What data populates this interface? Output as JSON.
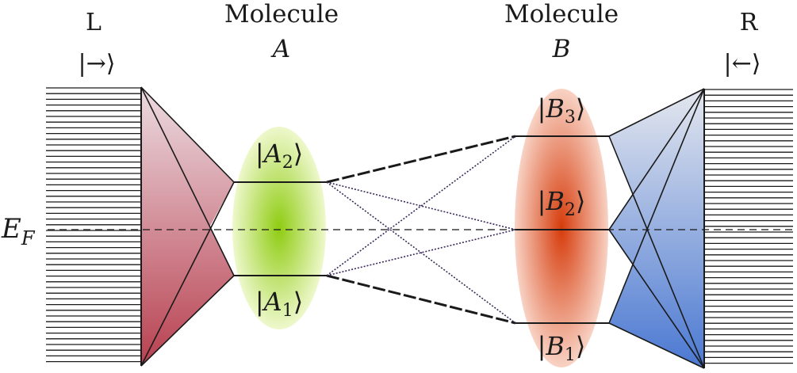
{
  "leads": {
    "left": {
      "label": "L",
      "state": "|→⟩"
    },
    "right": {
      "label": "R",
      "state": "|←⟩"
    }
  },
  "molecules": {
    "A": {
      "word": "Molecule",
      "letter": "A"
    },
    "B": {
      "word": "Molecule",
      "letter": "B"
    }
  },
  "fermi": {
    "symbol": "E",
    "sub": "F"
  },
  "kets": {
    "A1": {
      "open": "|",
      "name": "A",
      "sub": "1",
      "close": "⟩"
    },
    "A2": {
      "open": "|",
      "name": "A",
      "sub": "2",
      "close": "⟩"
    },
    "B1": {
      "open": "|",
      "name": "B",
      "sub": "1",
      "close": "⟩"
    },
    "B2": {
      "open": "|",
      "name": "B",
      "sub": "2",
      "close": "⟩"
    },
    "B3": {
      "open": "|",
      "name": "B",
      "sub": "3",
      "close": "⟩"
    }
  },
  "colors": {
    "left_lead_top": "#ecdce2",
    "left_lead_bottom": "#b8404f",
    "right_lead_top": "#e4e7ee",
    "right_lead_bottom": "#4a78d2",
    "molecule_a_center": "#8fcc12",
    "molecule_a_edge": "#eef8cc",
    "molecule_b_center": "#d63c0c",
    "molecule_b_edge": "#f8d2c4"
  }
}
